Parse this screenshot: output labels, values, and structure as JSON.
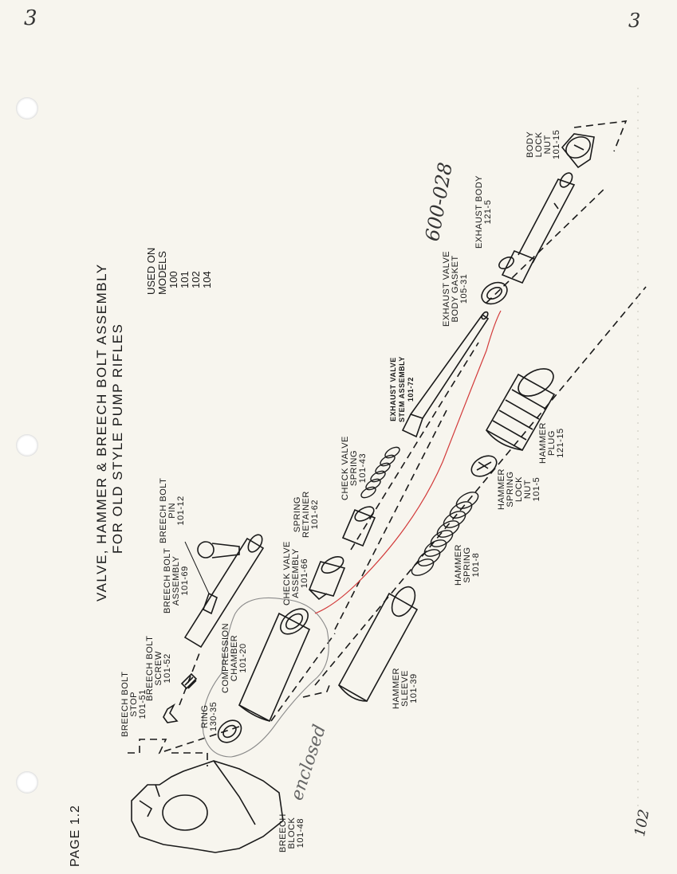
{
  "page": {
    "title_line1": "VALVE, HAMMER & BREECH BOLT ASSEMBLY",
    "title_line2": "FOR OLD STYLE PUMP RIFLES",
    "page_label": "PAGE 1.2",
    "used_on": {
      "line1": "USED ON",
      "line2": "MODELS",
      "models": [
        "100",
        "101",
        "102",
        "104"
      ]
    }
  },
  "parts": {
    "breech_block": {
      "name1": "BREECH",
      "name2": "BLOCK",
      "num": "101-48"
    },
    "breech_bolt_stop": {
      "name1": "BREECH BOLT",
      "name2": "STOP",
      "num": "101-51"
    },
    "breech_bolt_screw": {
      "name1": "BREECH BOLT",
      "name2": "SCREW",
      "num": "101-52"
    },
    "breech_bolt_assembly": {
      "name1": "BREECH BOLT",
      "name2": "ASSEMBLY",
      "num": "101-69"
    },
    "breech_bolt_pin": {
      "name1": "BREECH BOLT",
      "name2": "PIN",
      "num": "101-12"
    },
    "ring": {
      "name1": "RING",
      "num": "130-35"
    },
    "compression_chamber": {
      "name1": "COMPRESSION",
      "name2": "CHAMBER",
      "num": "101-20"
    },
    "check_valve_assembly": {
      "name1": "CHECK VALVE",
      "name2": "ASSEMBLY",
      "num": "101-66"
    },
    "spring_retainer": {
      "name1": "SPRING",
      "name2": "RETAINER",
      "num": "101-62"
    },
    "check_valve_spring": {
      "name1": "CHECK VALVE",
      "name2": "SPRING",
      "num": "101-43"
    },
    "exhaust_valve_stem": {
      "name1": "EXHAUST VALVE",
      "name2": "STEM ASSEMBLY",
      "num": "101-72"
    },
    "exhaust_valve_gasket": {
      "name1": "EXHAUST VALVE",
      "name2": "BODY GASKET",
      "num": "105-31"
    },
    "exhaust_body": {
      "name1": "EXHAUST BODY",
      "num": "121-5"
    },
    "body_lock_nut": {
      "name1": "BODY",
      "name2": "LOCK",
      "name3": "NUT",
      "num": "101-15"
    },
    "hammer_sleeve": {
      "name1": "HAMMER",
      "name2": "SLEEVE",
      "num": "101-39"
    },
    "hammer_spring": {
      "name1": "HAMMER",
      "name2": "SPRING",
      "num": "101-8"
    },
    "hammer_spring_lock_nut": {
      "name1": "HAMMER",
      "name2": "SPRING",
      "name3": "LOCK",
      "name4": "NUT",
      "num": "101-5"
    },
    "hammer_plug": {
      "name1": "HAMMER",
      "name2": "PLUG",
      "num": "121-15"
    }
  },
  "handwriting": {
    "corner_left": "3",
    "corner_right": "3",
    "part_code": "600-028",
    "note": "enclosed",
    "corner_bottom": "102"
  },
  "colors": {
    "ink": "#1a1a1a",
    "pencil": "#777777",
    "red_pen": "#d23a3a",
    "paper": "#f7f5ee"
  }
}
